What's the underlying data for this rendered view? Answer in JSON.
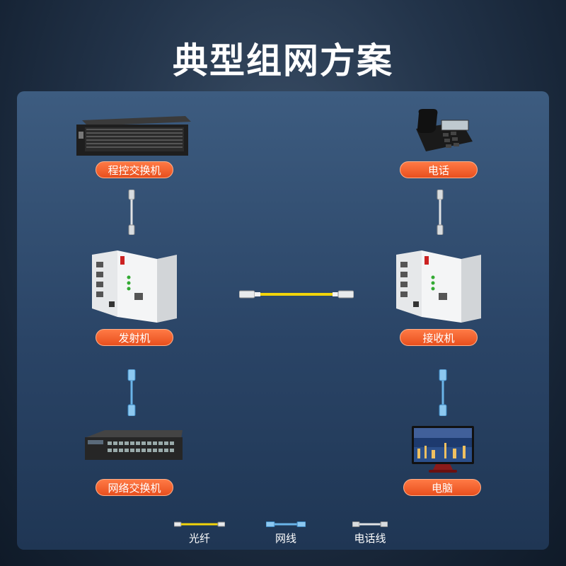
{
  "title": "典型组网方案",
  "nodes": {
    "pbx": "程控交换机",
    "phone": "电话",
    "transmitter": "发射机",
    "receiver": "接收机",
    "network_switch": "网络交换机",
    "computer": "电脑"
  },
  "legend": {
    "fiber": "光纤",
    "ethernet": "网线",
    "phone_line": "电话线"
  },
  "colors": {
    "label_bg": "#ef5d28",
    "fiber": "#f2d40a",
    "ethernet": "#6ab4e8",
    "phone_line": "#c8ccd0"
  }
}
